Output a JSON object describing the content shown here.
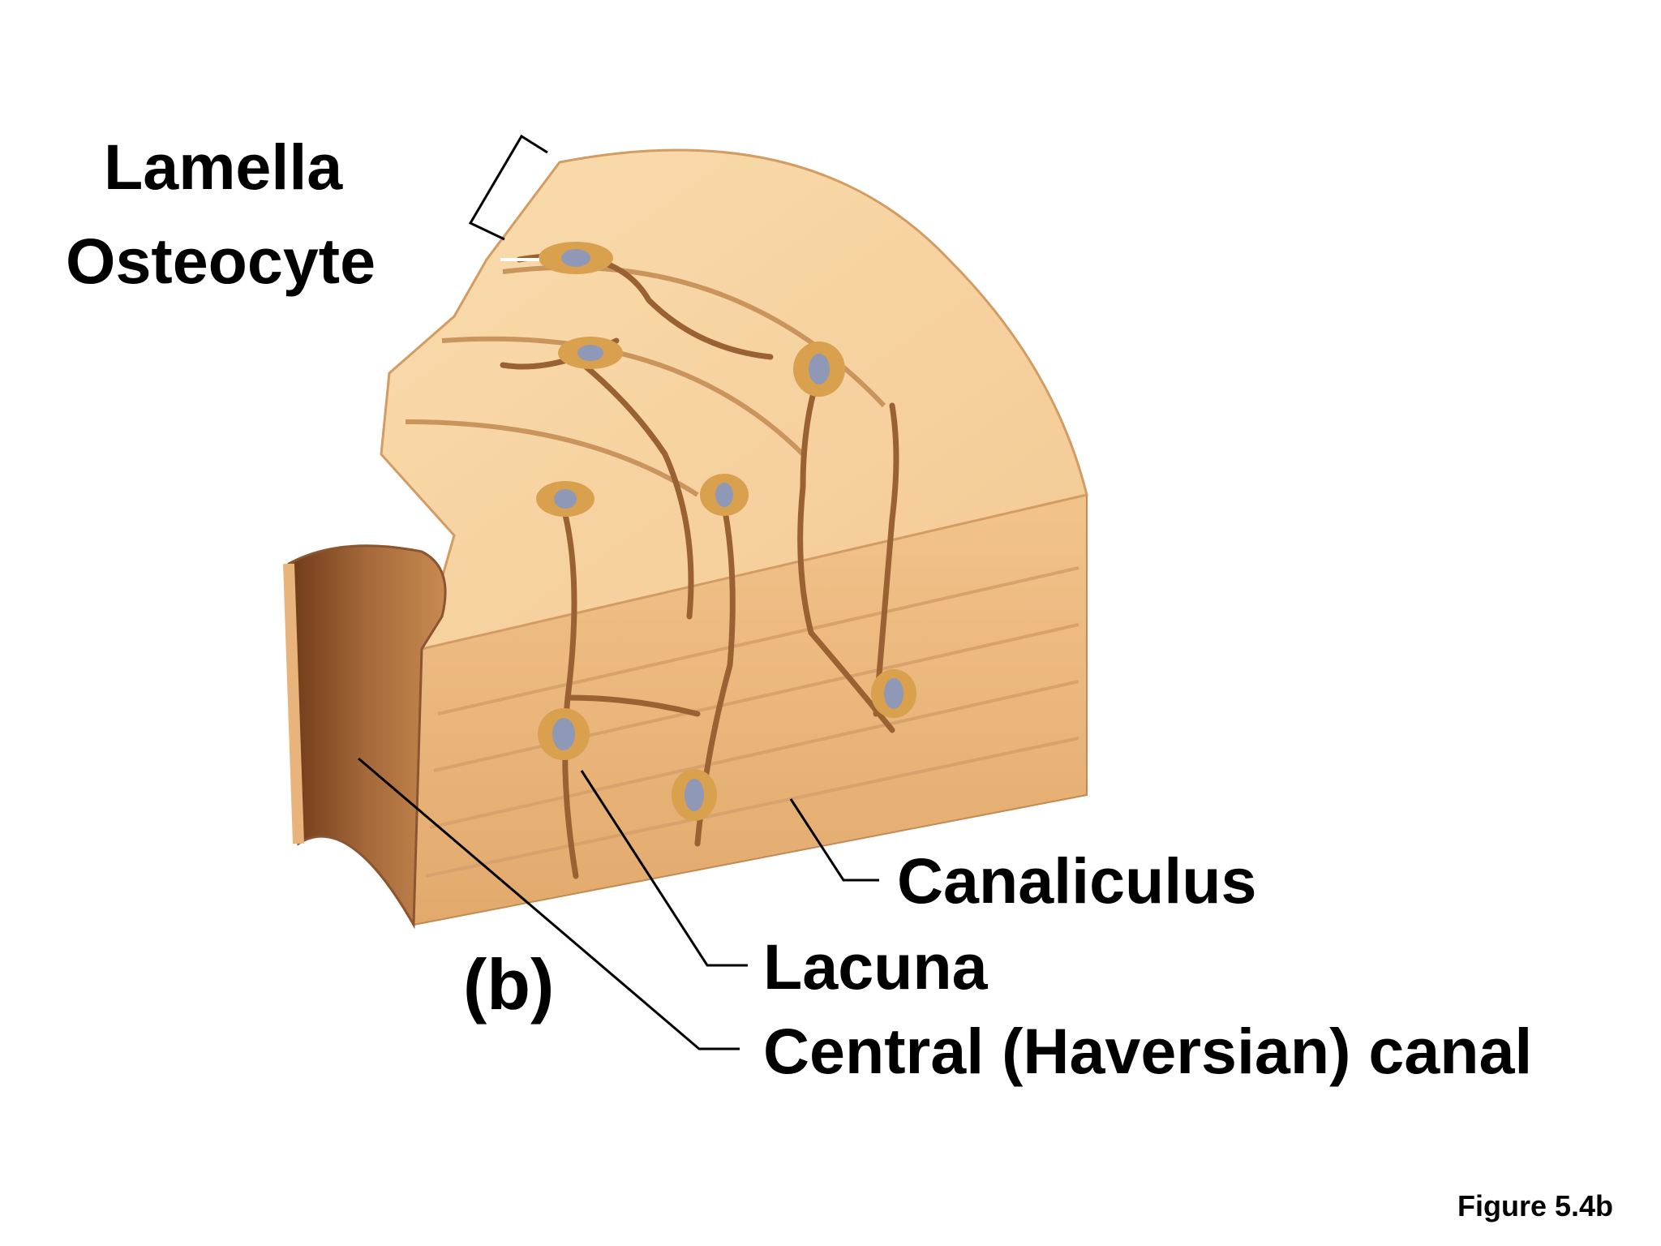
{
  "labels": {
    "lamella": "Lamella",
    "osteocyte": "Osteocyte",
    "canaliculus": "Canaliculus",
    "lacuna": "Lacuna",
    "central_canal": "Central (Haversian) canal",
    "panel": "(b)",
    "figure": "Figure 5.4b"
  },
  "colors": {
    "bone_light": "#f8d7a4",
    "bone_mid": "#eab87c",
    "bone_shadow": "#b07a45",
    "canal_dark": "#8a4f24",
    "cell_body": "#d9a04e",
    "nucleus": "#8f98b6",
    "leader_line": "#000000"
  }
}
